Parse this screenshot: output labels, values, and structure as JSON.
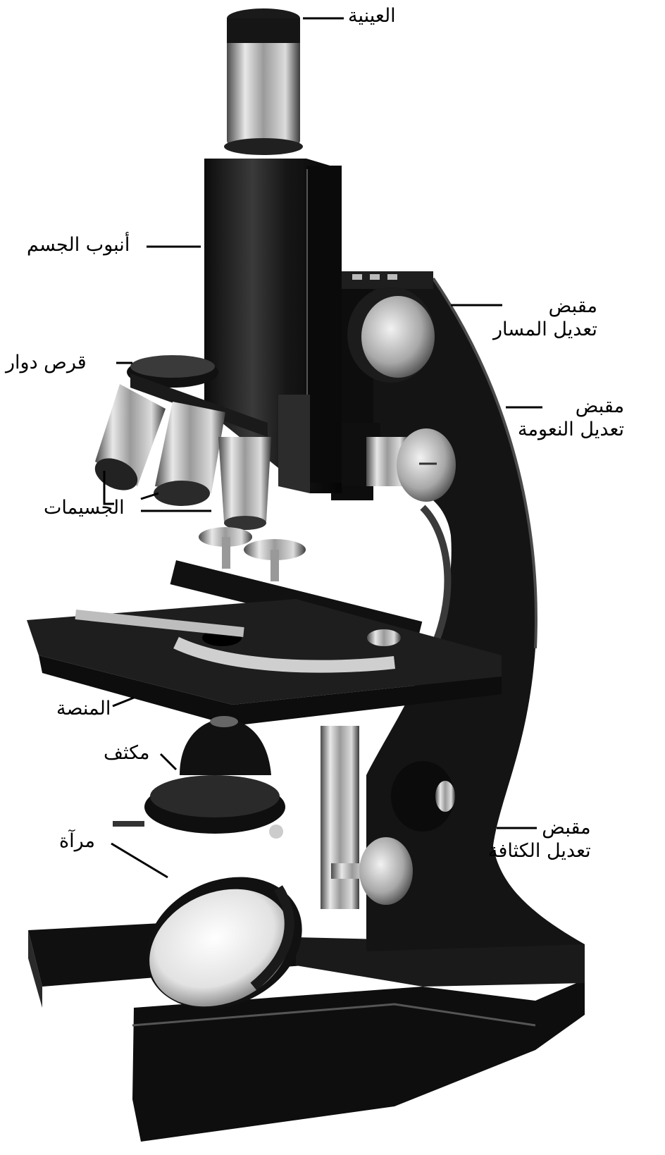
{
  "colors": {
    "ink": "#000000",
    "body": "#1b1b1b",
    "metal": "#c9c9c9",
    "background": "#ffffff"
  },
  "labels": {
    "eyepiece": "العينية",
    "body_tube": "أنبوب الجسم",
    "coarse_knob_line1": "مقبض",
    "coarse_knob_line2": "تعديل المسار",
    "nosepiece": "قرص دوار",
    "fine_knob_line1": "مقبض",
    "fine_knob_line2": "تعديل النعومة",
    "objectives": "الجسيمات",
    "stage": "المنصة",
    "condenser": "مكثف",
    "condenser_knob_line1": "مقبض",
    "condenser_knob_line2": "تعديل الكثافة",
    "mirror": "مرآة"
  }
}
